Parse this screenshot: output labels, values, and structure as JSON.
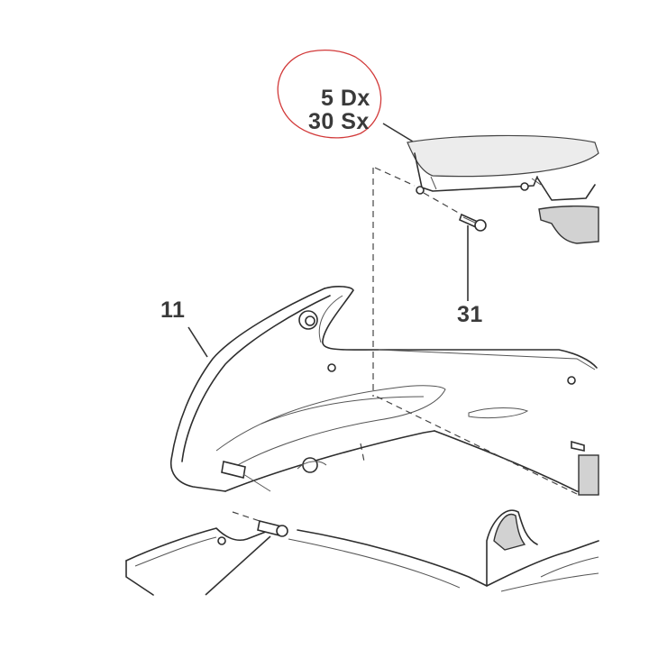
{
  "labels": {
    "part_5_30_line1": "5 Dx",
    "part_5_30_line2": "30 Sx",
    "part_31": "31",
    "part_11": "11"
  },
  "colors": {
    "highlight_circle": "#d23a3a",
    "line_art": "#2e2e2e",
    "shading": "#d2d2d2"
  }
}
